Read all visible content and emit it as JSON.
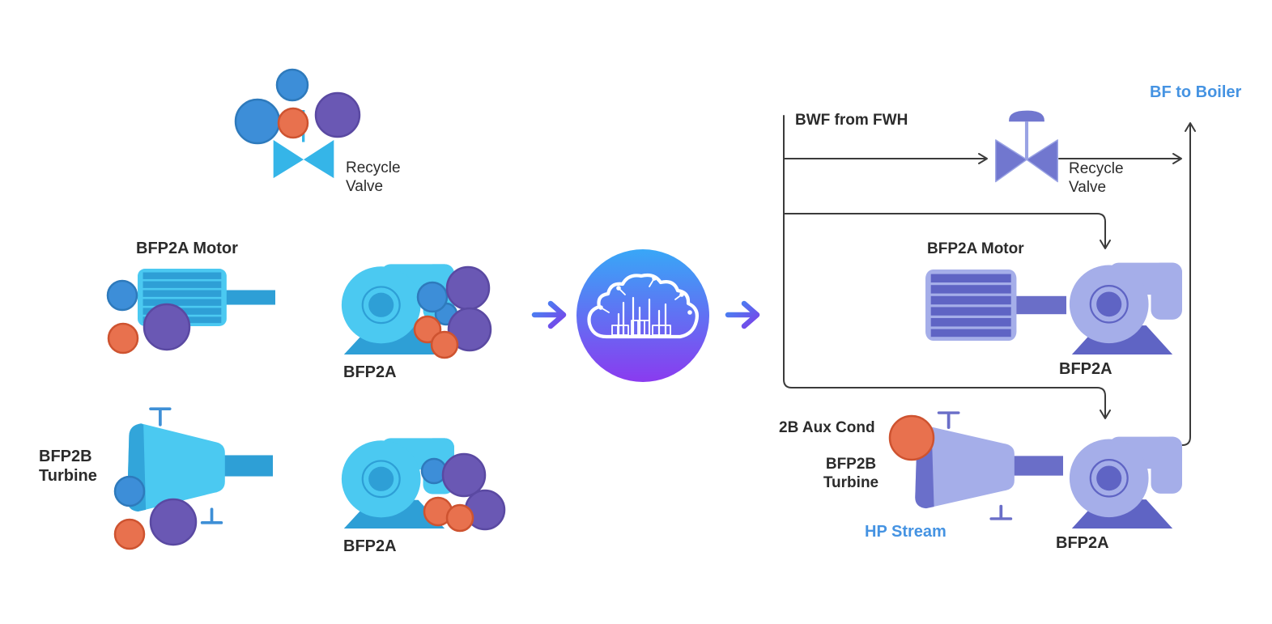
{
  "colors": {
    "background": "#FFFFFF",
    "text": "#2B2B2B",
    "text_blue": "#4593E2",
    "line": "#3B3B3B",
    "cyan_body": "#4BC9F1",
    "cyan_dark": "#2E9FD6",
    "cyan_valve": "#35B5E8",
    "peri_body": "#A5AEE9",
    "peri_dark": "#5F64C4",
    "peri_shaft": "#6A6EC8",
    "valve_purple": "#7177CF",
    "valve_stem_light": "#9AA3E4",
    "stem_blue": "#3E8FD6",
    "circle_blue": "#3D8ED8",
    "circle_blue_stroke": "#2E7ABC",
    "circle_orange": "#E8714E",
    "circle_orange_stroke": "#CE5330",
    "circle_purple": "#6A58B4",
    "circle_purple_stroke": "#5A49A2",
    "cloud_top": "#38A7F7",
    "cloud_bottom": "#8A3BEF",
    "arrow_start": "#3F8CF3",
    "arrow_end": "#7C3FE8"
  },
  "icons": {
    "cloud": "cloud-plant-icon",
    "transform_arrow": "gradient-right-arrow",
    "pump": "centrifugal-pump-icon",
    "motor": "electric-motor-icon",
    "turbine": "steam-turbine-icon",
    "valve": "control-valve-icon"
  },
  "left_panel": {
    "recycle_valve_label": "Recycle Valve",
    "motor_label": "BFP2A Motor",
    "pump_top_label": "BFP2A",
    "turbine_label": "BFP2B Turbine",
    "pump_bottom_label": "BFP2A"
  },
  "right_panel": {
    "bwf_from_fwh_label": "BWF from FWH",
    "recycle_valve_label": "Recycle Valve",
    "bf_to_boiler_label": "BF to Boiler",
    "motor_label": "BFP2A Motor",
    "pump_top_label": "BFP2A",
    "aux_cond_label": "2B Aux Cond",
    "turbine_label": "BFP2B Turbine",
    "hp_stream_label": "HP Stream",
    "pump_bottom_label": "BFP2A"
  }
}
